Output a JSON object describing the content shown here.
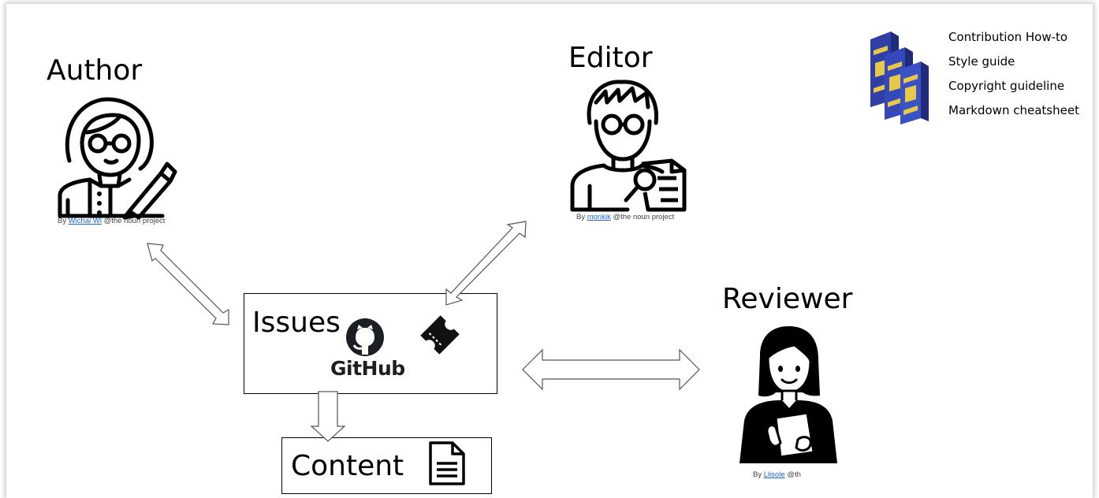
{
  "roles": {
    "author": {
      "label": "Author",
      "credit_by": "By",
      "credit_name": "Wichai Wi",
      "credit_rest": "@the noun project"
    },
    "editor": {
      "label": "Editor",
      "credit_by": "By",
      "credit_name": "monkik",
      "credit_rest": "@the noun project"
    },
    "reviewer": {
      "label": "Reviewer",
      "credit_by": "By",
      "credit_name": "Llisole",
      "credit_rest": "@th"
    }
  },
  "issues_box": {
    "label": "Issues",
    "github_wordmark": "GitHub",
    "icons": [
      "github-octocat-icon",
      "ticket-icon"
    ]
  },
  "content_box": {
    "label": "Content",
    "icon": "document-icon"
  },
  "resources": {
    "icon": "books-icon",
    "items": [
      "Contribution How-to",
      "Style guide",
      "Copyright guideline",
      "Markdown cheatsheet"
    ]
  }
}
